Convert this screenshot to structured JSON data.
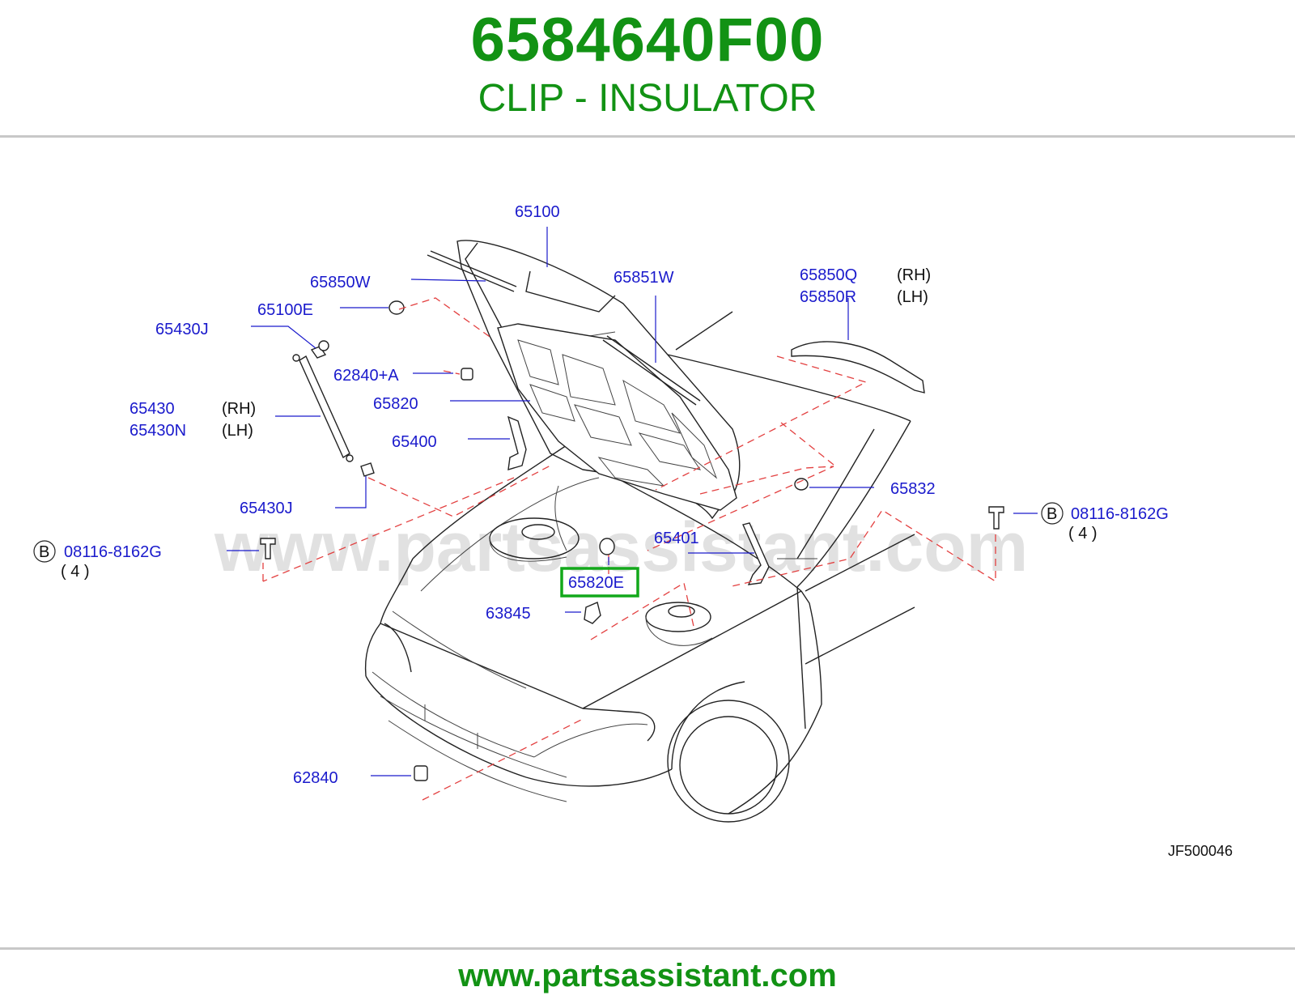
{
  "header": {
    "part_number": "6584640F00",
    "part_name": "CLIP - INSULATOR"
  },
  "diagram": {
    "watermark": "www.partsassistant.com",
    "diagram_code": "JF500046",
    "highlighted_label": "65820E",
    "labels": {
      "p65100": "65100",
      "p65850W": "65850W",
      "p65100E": "65100E",
      "p65430J_top": "65430J",
      "p62840A": "62840+A",
      "p65430": "65430",
      "p65430N": "65430N",
      "p65820": "65820",
      "p65400": "65400",
      "p65430J_bottom": "65430J",
      "p65851W": "65851W",
      "p65850Q": "65850Q",
      "p65850R": "65850R",
      "p65832": "65832",
      "p65401": "65401",
      "p65820E": "65820E",
      "p63845": "63845",
      "p62840": "62840",
      "bolt_left": "08116-8162G",
      "bolt_right": "08116-8162G"
    },
    "side_marks": {
      "rh_1": "(RH)",
      "lh_1": "(LH)",
      "rh_2": "(RH)",
      "lh_2": "(LH)",
      "qty_left": "( 4 )",
      "qty_right": "( 4 )",
      "b_left": "B",
      "b_right": "B"
    }
  },
  "footer": {
    "url": "www.partsassistant.com"
  },
  "colors": {
    "brand_green": "#129214",
    "label_blue": "#1a1acc",
    "dash_red": "#e34040",
    "highlight": "#12a81a"
  }
}
